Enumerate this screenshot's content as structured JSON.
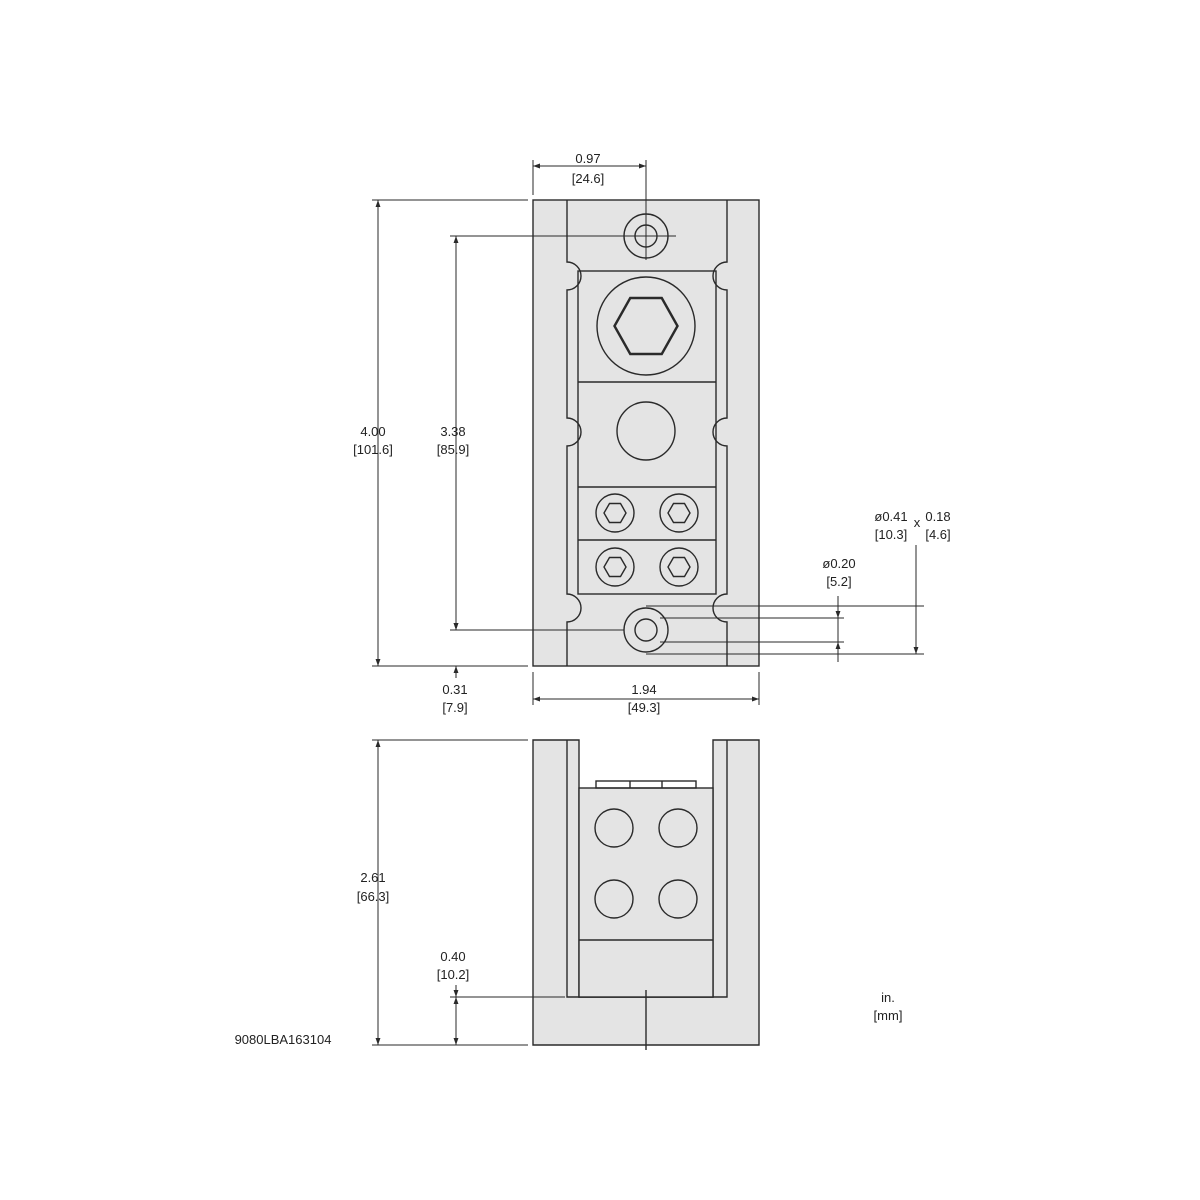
{
  "dimensions": {
    "top_width": {
      "in": "0.97",
      "mm": "[24.6]"
    },
    "overall_height": {
      "in": "4.00",
      "mm": "[101.6]"
    },
    "hole_spacing": {
      "in": "3.38",
      "mm": "[85.9]"
    },
    "hole_offset": {
      "in": "0.31",
      "mm": "[7.9]"
    },
    "overall_width": {
      "in": "1.94",
      "mm": "[49.3]"
    },
    "hole_diameter": {
      "in": "ø0.20",
      "mm": "[5.2]"
    },
    "counterbore": {
      "in": "ø0.41",
      "mm": "[10.3]",
      "sep": "x",
      "depth_in": "0.18",
      "depth_mm": "[4.6]"
    },
    "side_height": {
      "in": "2.61",
      "mm": "[66.3]"
    },
    "base_thickness": {
      "in": "0.40",
      "mm": "[10.2]"
    }
  },
  "units": {
    "primary": "in.",
    "secondary": "[mm]"
  },
  "part_number": "9080LBA163104"
}
